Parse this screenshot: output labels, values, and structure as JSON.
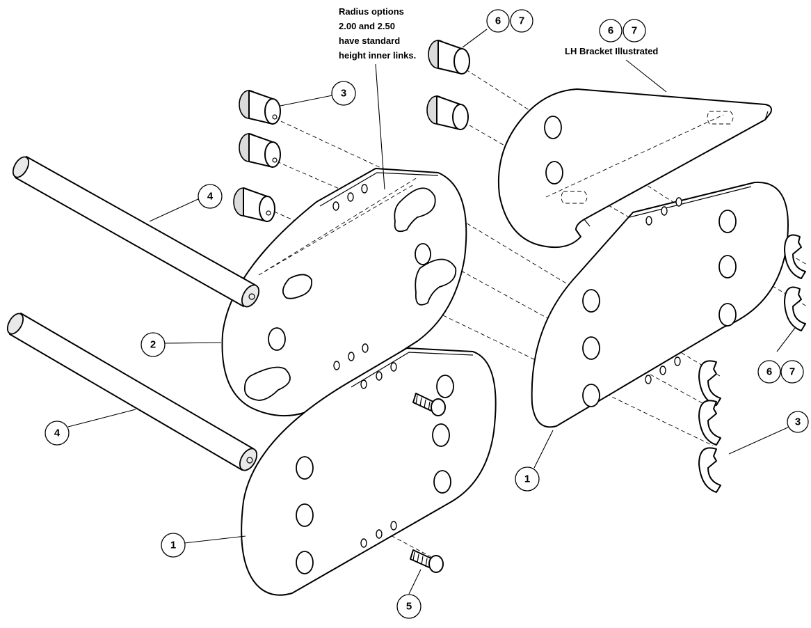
{
  "note": {
    "lines": [
      "Radius options",
      "2.00 and 2.50",
      "have standard",
      "height inner links."
    ]
  },
  "bracket_note": "LH Bracket Illustrated",
  "callouts": {
    "c_top_6": "6",
    "c_top_7": "7",
    "c_br_6": "6",
    "c_br_7": "7",
    "c_3_top": "3",
    "c_4_top": "4",
    "c_2": "2",
    "c_4_low": "4",
    "c_1_left": "1",
    "c_5": "5",
    "c_1_right": "1",
    "c_3_right": "3",
    "c_6_right": "6",
    "c_7_right": "7"
  }
}
